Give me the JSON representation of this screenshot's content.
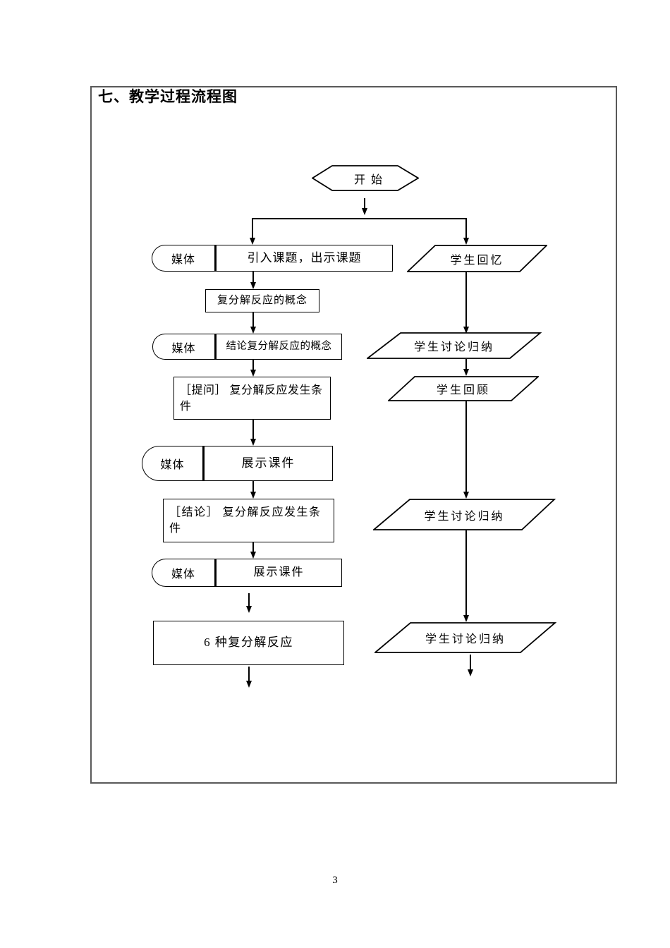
{
  "document": {
    "section_title": "七、教学过程流程图",
    "page_number": "3"
  },
  "colors": {
    "line": "#000000",
    "frame_border": "#595959",
    "background": "#ffffff"
  },
  "flowchart": {
    "start_label": "开始",
    "media_label": "媒体",
    "left": [
      {
        "label": "引入课题，出示课题",
        "media": true
      },
      {
        "label": "复分解反应的概念",
        "media": false
      },
      {
        "label": "结论复分解反应的概念",
        "media": true
      },
      {
        "label": "［提问］ 复分解反应发生条件",
        "media": false
      },
      {
        "label": "展示课件",
        "media": true
      },
      {
        "label": "［结论］ 复分解反应发生条件",
        "media": false
      },
      {
        "label": "展示课件",
        "media": true
      },
      {
        "label": "6 种复分解反应",
        "media": false
      }
    ],
    "right": [
      {
        "label": "学生回忆"
      },
      {
        "label": "学生讨论归纳"
      },
      {
        "label": "学生回顾"
      },
      {
        "label": "学生讨论归纳"
      },
      {
        "label": "学生讨论归纳"
      }
    ]
  }
}
